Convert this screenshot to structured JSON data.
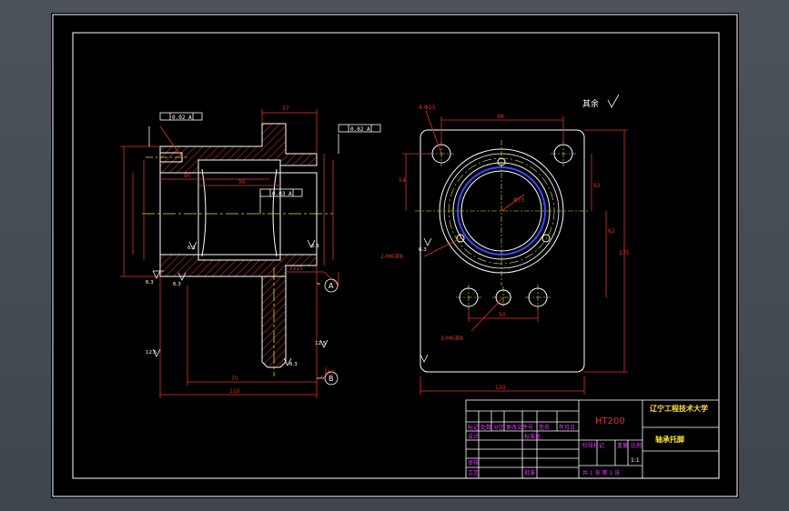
{
  "dims": {
    "d37": "37",
    "d90": "90",
    "d50": "50",
    "d70": "70",
    "d110": "110",
    "d2x15": "2x15",
    "d98": "98",
    "d54": "54",
    "d4xd13": "4-Φ13",
    "d92": "92",
    "d62": "62",
    "d175": "175",
    "d120": "120",
    "d50b": "50",
    "d2m": "2-M6深8",
    "d3m": "3-M6深8",
    "dphi": "Φ73",
    "d6": "6.3",
    "d6b": "6.3",
    "d12": "12.5",
    "d12b": "12.5",
    "d63c": "6.3",
    "d63d": "6.3",
    "d63e": "6.3",
    "d63f": "6.3",
    "r15": "R5"
  },
  "datums": {
    "a": "A",
    "b": "B"
  },
  "tolerances": {
    "t1": "0.02 A",
    "t2": "0.02 A",
    "t3": "0.03 A"
  },
  "roughness_note": "其余",
  "title_block": {
    "material": "HT200",
    "school": "辽宁工程技术大学",
    "part_name": "轴承托脚",
    "rev_headers": [
      "标记",
      "处数",
      "分区",
      "更改文件号",
      "签名",
      "年月日"
    ],
    "design": "设计",
    "standard": "标准化",
    "stage_label": "阶段标记",
    "weight": "重量",
    "ratio": "比例",
    "ratio_value": "1:1",
    "check": "审核",
    "process": "工艺",
    "approve": "批准",
    "sheets": "共 1 张 第 1 张"
  },
  "colors": {
    "sheet": "#000000",
    "frame": "#ffffff",
    "outline": "#ffffff",
    "hatch": "#d23a2a",
    "dimension": "#e0342c",
    "center": "#e6e616",
    "blue": "#3a4cff",
    "cyan": "#38e0e0",
    "magenta": "#e23cff",
    "title_text": "#ffe03a"
  }
}
